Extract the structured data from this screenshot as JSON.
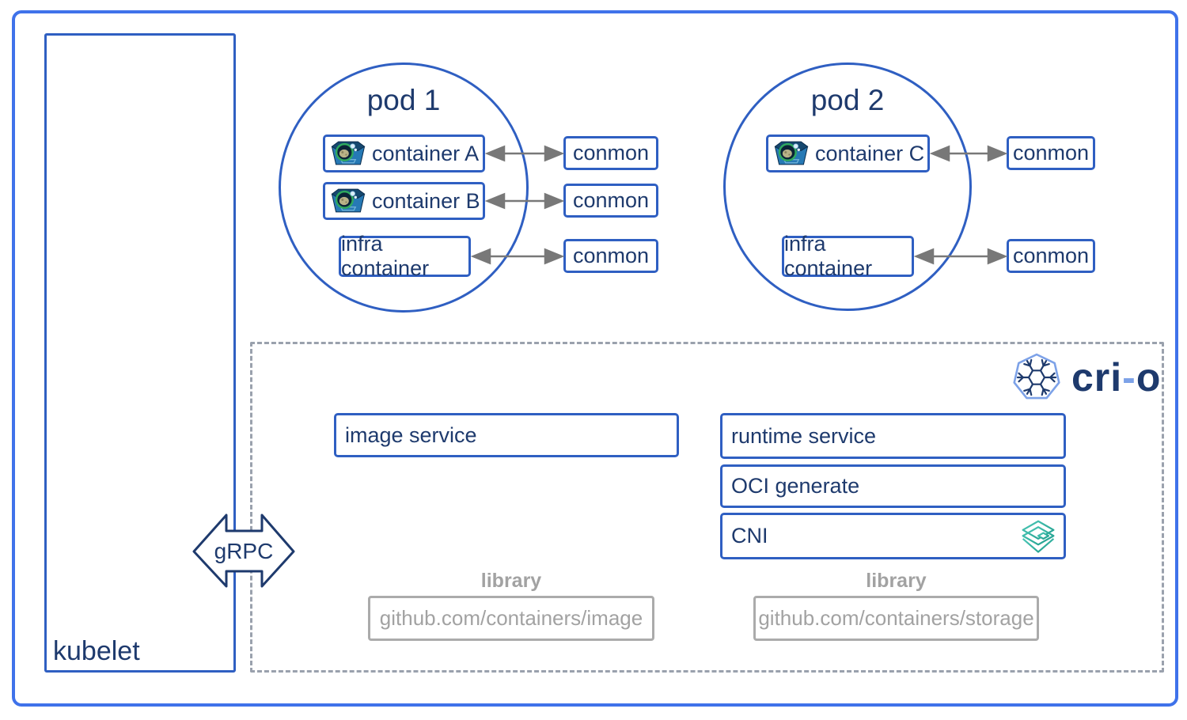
{
  "kubelet": {
    "label": "kubelet"
  },
  "grpc": {
    "label": "gRPC"
  },
  "pods": [
    {
      "title": "pod 1",
      "containers": [
        {
          "label": "container A",
          "icon": "container-box-icon"
        },
        {
          "label": "container B",
          "icon": "container-box-icon"
        }
      ],
      "infra": {
        "label": "infra container"
      },
      "conmons": [
        {
          "label": "conmon"
        },
        {
          "label": "conmon"
        },
        {
          "label": "conmon"
        }
      ]
    },
    {
      "title": "pod 2",
      "containers": [
        {
          "label": "container C",
          "icon": "container-box-icon"
        }
      ],
      "infra": {
        "label": "infra container"
      },
      "conmons": [
        {
          "label": "conmon"
        },
        {
          "label": "conmon"
        }
      ]
    }
  ],
  "crio": {
    "title": "cri-o",
    "title_parts": [
      "cri",
      "-",
      "o"
    ],
    "logo_icon": "crio-snowflake-heptagon-icon",
    "services": {
      "image": "image service",
      "runtime": "runtime service",
      "oci": "OCI generate",
      "cni": "CNI"
    },
    "cni_icon": "cni-layers-icon",
    "libraries": [
      {
        "heading": "library",
        "repo": "github.com/containers/image"
      },
      {
        "heading": "library",
        "repo": "github.com/containers/storage"
      }
    ]
  },
  "colors": {
    "outer_blue": "#3f72ea",
    "border_blue": "#2f5fc2",
    "text_navy": "#1e3a6d",
    "text_gray": "#a2a2a2",
    "border_gray": "#ababab",
    "arrow_gray": "#787878",
    "dashed_gray": "#9aa1ad",
    "cni_teal": "#2fb3a1",
    "logo_light_blue": "#7da2e8"
  }
}
